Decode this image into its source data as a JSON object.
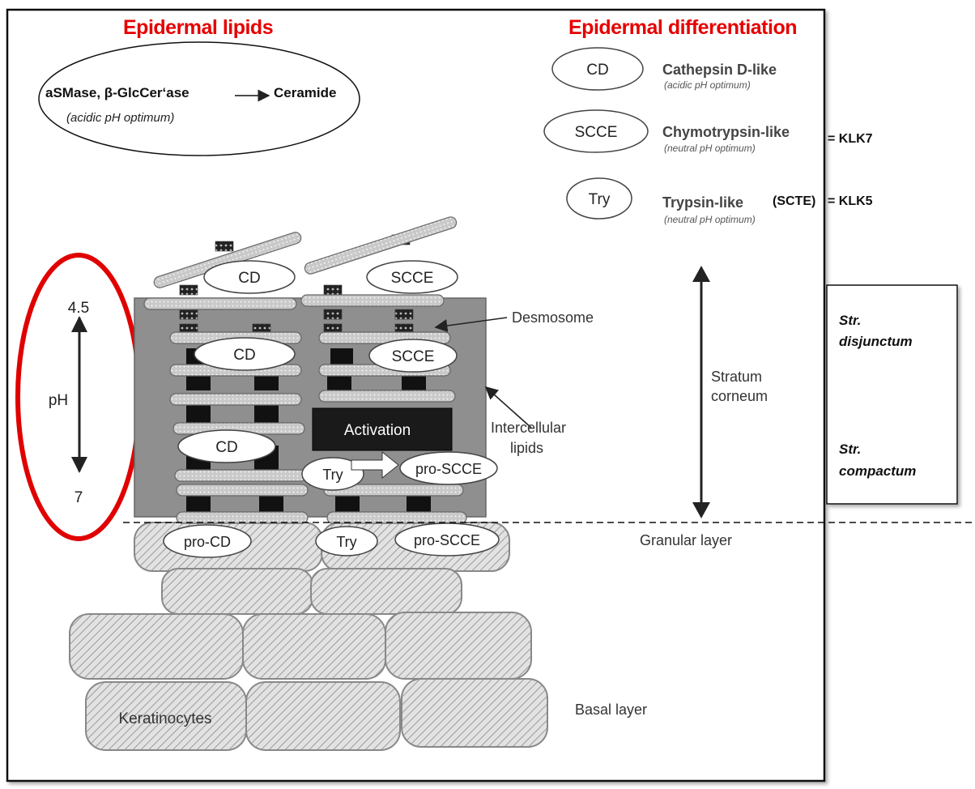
{
  "headings": {
    "lipids": "Epidermal lipids",
    "differentiation": "Epidermal differentiation"
  },
  "lipid_box": {
    "enzymes": "aSMase, β-GlcCer‘ase",
    "arrow": "⟶",
    "product": "Ceramide",
    "note": "(acidic pH optimum)"
  },
  "legend": [
    {
      "symbol": "CD",
      "name": "Cathepsin D-like",
      "note": "(acidic pH optimum)",
      "extra": ""
    },
    {
      "symbol": "SCCE",
      "name": "Chymotrypsin-like",
      "note": "(neutral pH optimum)",
      "extra": "= KLK7"
    },
    {
      "symbol": "Try",
      "name": "Trypsin-like",
      "note": "(neutral  pH optimum)",
      "extra_paren": "(SCTE)",
      "extra": "= KLK5"
    }
  ],
  "ph": {
    "top": "4.5",
    "label": "pH",
    "bottom": "7"
  },
  "cell_labels": {
    "cd_1": "CD",
    "scce_1": "SCCE",
    "cd_2": "CD",
    "scce_2": "SCCE",
    "activation": "Activation",
    "cd_3": "CD",
    "try_sc": "Try",
    "pro_scce_sc": "pro-SCCE",
    "pro_cd": "pro-CD",
    "try_gran": "Try",
    "pro_scce_gran": "pro-SCCE",
    "keratinocytes": "Keratinocytes"
  },
  "annotations": {
    "desmosome": "Desmosome",
    "intercellular_1": "Intercellular",
    "intercellular_2": "lipids",
    "stratum_1": "Stratum",
    "stratum_2": "corneum",
    "granular": "Granular layer",
    "basal": "Basal layer"
  },
  "strata": {
    "disjunctum_1": "Str.",
    "disjunctum_2": "disjunctum",
    "compactum_1": "Str.",
    "compactum_2": "compactum"
  }
}
